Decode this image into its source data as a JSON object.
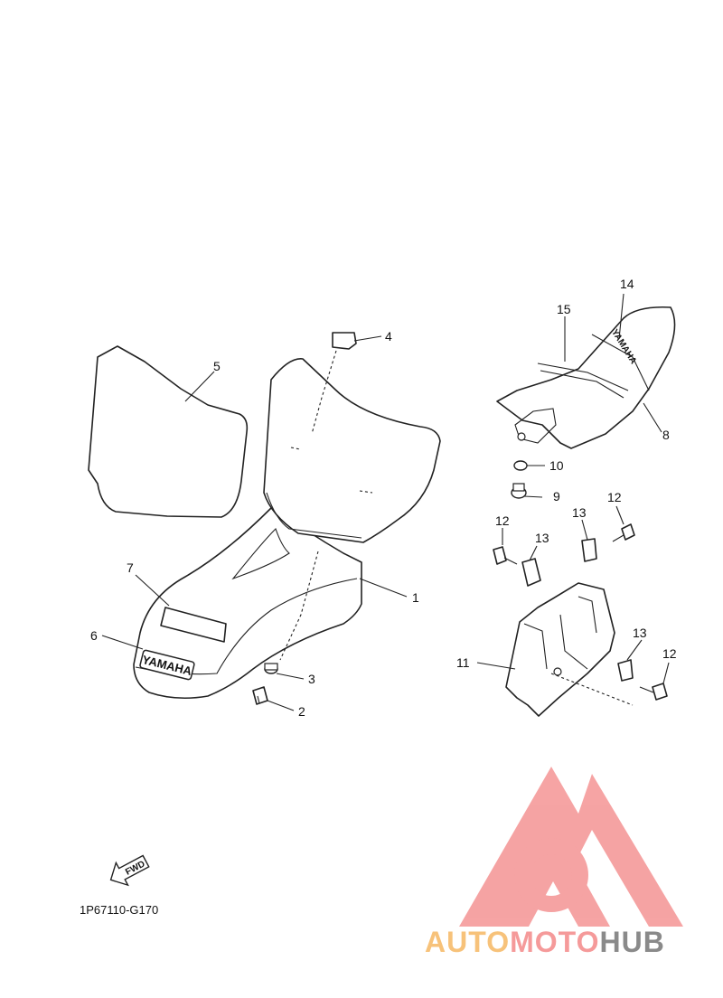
{
  "callouts": [
    "1",
    "2",
    "3",
    "4",
    "5",
    "6",
    "7",
    "8",
    "9",
    "10",
    "11",
    "12",
    "13",
    "14",
    "15"
  ],
  "decal_text": "YAMAHA",
  "fwd_label": "FWD",
  "diagram_code": "1P67110-G170",
  "watermark": {
    "part1": "AUTO",
    "part2": "MOTO",
    "part3": "HUB",
    "colors": {
      "auto": "#f7c27a",
      "moto": "#f59a9a",
      "hub": "#8a8a8a",
      "logo": "#f59a9a"
    }
  }
}
